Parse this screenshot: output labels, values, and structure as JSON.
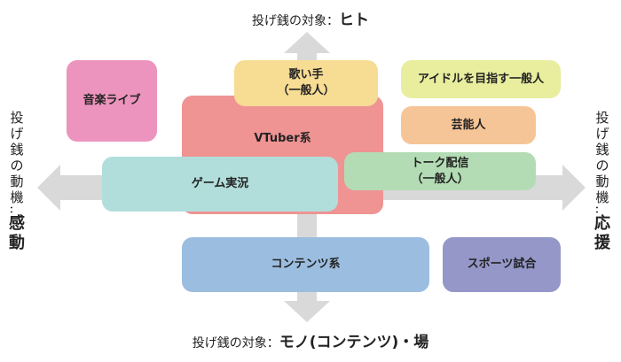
{
  "axes": {
    "top": {
      "prefix": "投げ銭の対象：",
      "value": "ヒト"
    },
    "bottom": {
      "prefix": "投げ銭の対象：",
      "value": "モノ(コンテンツ)・場"
    },
    "left": {
      "prefix": "投げ銭の動機：",
      "value": "感動"
    },
    "right": {
      "prefix": "投げ銭の動機：",
      "value": "応援"
    }
  },
  "boxes": {
    "music_live": {
      "label": "音楽ライブ",
      "color": "#ec94bd"
    },
    "singer": {
      "label": "歌い手",
      "sub": "（一般人）",
      "color": "#f7dc94"
    },
    "idol": {
      "label": "アイドルを目指す一般人",
      "color": "#e8ee9e"
    },
    "vtuber": {
      "label": "VTuber系",
      "color": "#ef9393"
    },
    "entertainer": {
      "label": "芸能人",
      "color": "#f6c597"
    },
    "talk": {
      "label": "トーク配信",
      "sub": "（一般人）",
      "color": "#b3dcb5"
    },
    "game": {
      "label": "ゲーム実況",
      "color": "#b1dedb"
    },
    "content": {
      "label": "コンテンツ系",
      "color": "#9bbde0"
    },
    "sports": {
      "label": "スポーツ試合",
      "color": "#9497c8"
    }
  },
  "colors": {
    "arrow": "#d9d9d9"
  }
}
